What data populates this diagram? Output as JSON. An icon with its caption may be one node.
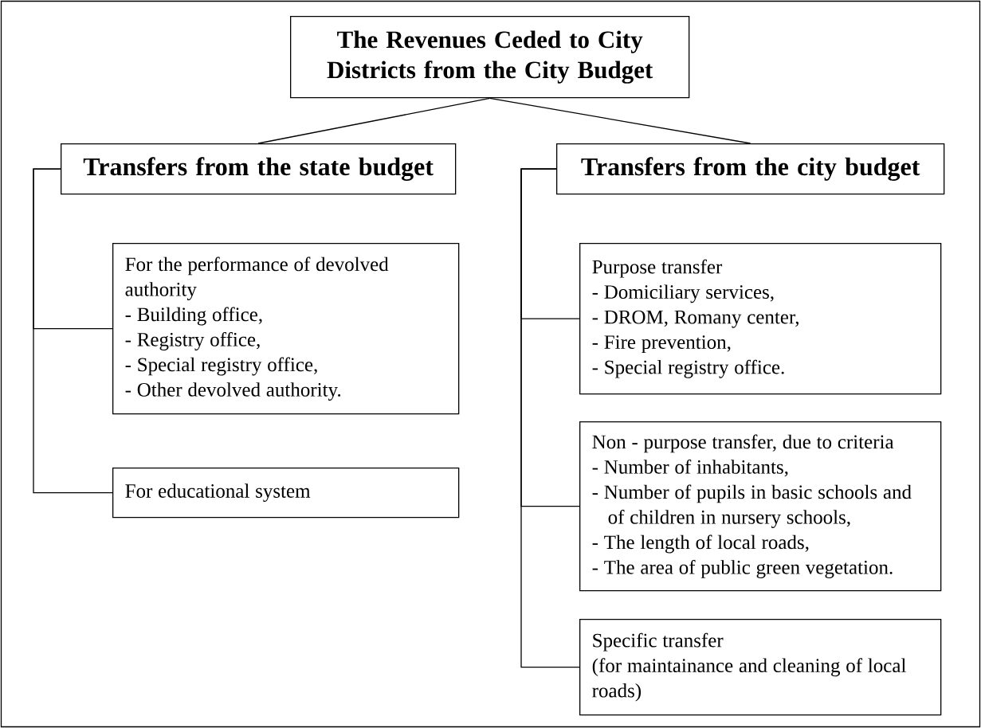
{
  "diagram": {
    "nodes": [
      {
        "text": [
          "The Revenues Ceded to City Districts from the City Budget"
        ]
      },
      {
        "text": [
          "Transfers from the state budget"
        ]
      },
      {
        "text": [
          "Transfers from the city budget"
        ]
      },
      {
        "text": [
          "For the performance of devolved authority",
          "- Building office,",
          "- Registry office,",
          "- Special registry office,",
          "- Other devolved authority."
        ]
      },
      {
        "text": [
          "For educational system"
        ]
      },
      {
        "text": [
          "Purpose transfer",
          "- Domiciliary services,",
          "- DROM, Romany center,",
          "- Fire prevention,",
          "- Special registry office."
        ]
      },
      {
        "text": [
          "Non - purpose transfer, due to criteria",
          "- Number of inhabitants,",
          "- Number of pupils in basic schools and of children in nursery schools,",
          "- The length of local roads,",
          "- The area of public green vegetation."
        ]
      },
      {
        "text": [
          "Specific transfer",
          "(for maintainance and cleaning of local roads)"
        ]
      }
    ],
    "edges": [
      {
        "from": 0,
        "to": 1,
        "arrow": "none"
      },
      {
        "from": 0,
        "to": 2,
        "arrow": "none"
      },
      {
        "from": 1,
        "to": 3,
        "arrow": "none"
      },
      {
        "from": 1,
        "to": 4,
        "arrow": "none"
      },
      {
        "from": 2,
        "to": 5,
        "arrow": "none"
      },
      {
        "from": 2,
        "to": 6,
        "arrow": "none"
      },
      {
        "from": 2,
        "to": 7,
        "arrow": "none"
      }
    ]
  }
}
